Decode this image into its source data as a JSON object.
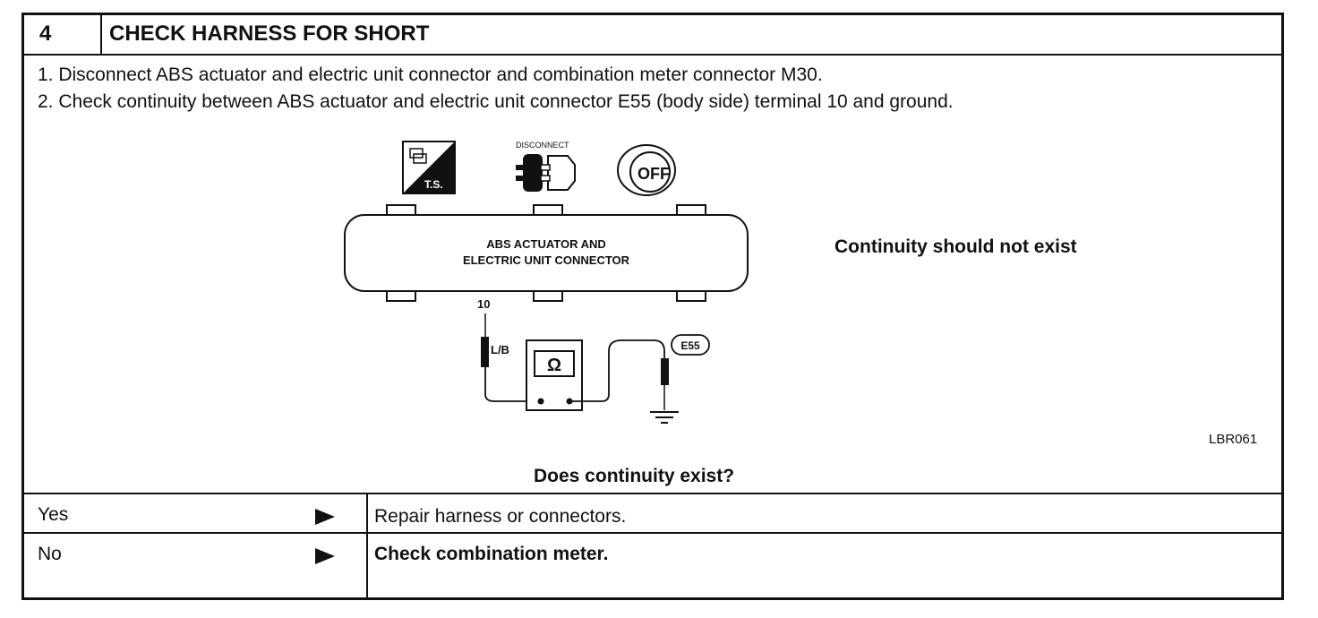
{
  "step": {
    "number": "4",
    "title": "CHECK HARNESS FOR SHORT"
  },
  "instructions": [
    "1.  Disconnect ABS actuator and electric unit connector and combination meter connector M30.",
    "2.  Check continuity between ABS actuator and electric unit connector E55 (body side) terminal 10 and ground."
  ],
  "diagram": {
    "icon_ts_label": "T.S.",
    "icon_disconnect_label": "DISCONNECT",
    "icon_off_label": "OFF",
    "connector_line1": "ABS ACTUATOR AND",
    "connector_line2": "ELECTRIC UNIT CONNECTOR",
    "terminal": "10",
    "wire_color": "L/B",
    "meter_symbol": "Ω",
    "connector_id": "E55",
    "result_note": "Continuity should not exist",
    "figure_code": "LBR061"
  },
  "question": "Does continuity exist?",
  "outcomes": [
    {
      "answer": "Yes",
      "action": "Repair harness or connectors."
    },
    {
      "answer": "No",
      "action": "Check combination meter."
    }
  ],
  "icons": [
    "ts-icon",
    "disconnect-icon",
    "ignition-off-icon",
    "right-arrow-icon",
    "ground-icon",
    "ohmmeter-icon"
  ]
}
